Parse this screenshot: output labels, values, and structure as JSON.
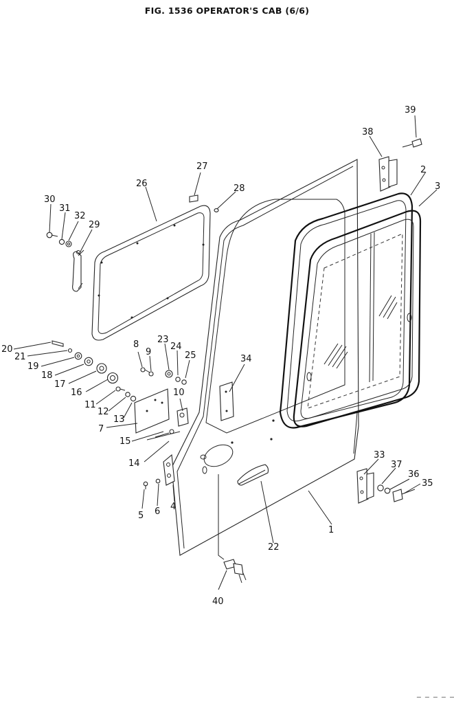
{
  "title": "FIG. 1536   OPERATOR'S CAB (6/6)",
  "corner_code": "– – – – –",
  "callouts": [
    "1",
    "2",
    "3",
    "4",
    "5",
    "6",
    "7",
    "8",
    "9",
    "10",
    "11",
    "12",
    "13",
    "14",
    "15",
    "16",
    "17",
    "18",
    "19",
    "20",
    "21",
    "22",
    "23",
    "24",
    "25",
    "26",
    "27",
    "28",
    "29",
    "30",
    "31",
    "32",
    "33",
    "34",
    "35",
    "36",
    "37",
    "38",
    "39",
    "40"
  ]
}
